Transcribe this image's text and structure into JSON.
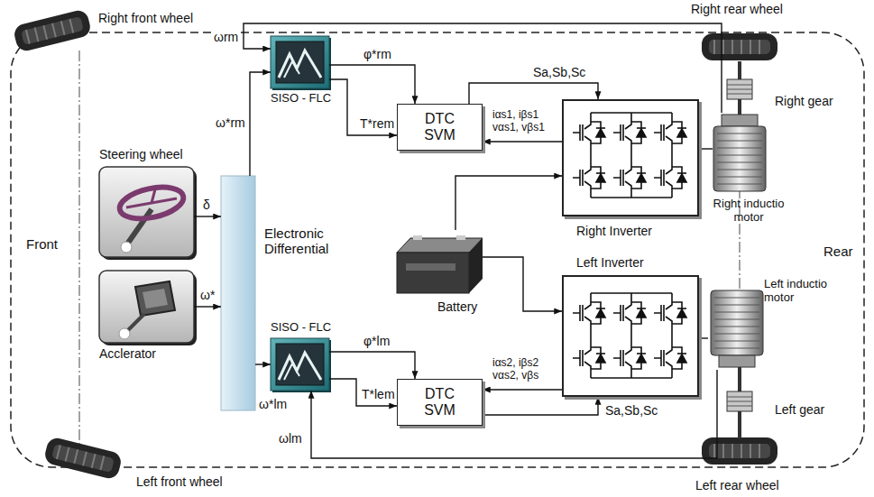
{
  "diagram": {
    "nodes": [
      {
        "text": [
          "Steering wheel"
        ]
      },
      {
        "text": [
          "Acclerator"
        ]
      },
      {
        "text": [
          "Electronic Differential"
        ]
      },
      {
        "text": [
          "SISO - FLC"
        ]
      },
      {
        "text": [
          "DTC SVM"
        ]
      },
      {
        "text": [
          "SISO - FLC"
        ]
      },
      {
        "text": [
          "DTC SVM"
        ]
      },
      {
        "text": [
          "Battery"
        ]
      },
      {
        "text": [
          "Right Inverter"
        ]
      },
      {
        "text": [
          "Left Inverter"
        ]
      },
      {
        "text": [
          "Right inductio motor"
        ]
      },
      {
        "text": [
          "Left inductio motor"
        ]
      }
    ],
    "edges": [
      {
        "from": 0,
        "to": 2,
        "label": "δ",
        "arrow": "to"
      },
      {
        "from": 1,
        "to": 2,
        "label": "ω*",
        "arrow": "to"
      },
      {
        "from": 2,
        "to": 3,
        "label": "ω*rm",
        "arrow": "to"
      },
      {
        "from": 2,
        "to": 5,
        "label": "ω*lm",
        "arrow": "to"
      },
      {
        "from": 3,
        "to": 4,
        "label": "φ*rm",
        "arrow": "to"
      },
      {
        "from": 3,
        "to": 4,
        "label": "T*rem",
        "arrow": "to"
      },
      {
        "from": 5,
        "to": 6,
        "label": "φ*lm",
        "arrow": "to"
      },
      {
        "from": 5,
        "to": 6,
        "label": "T*lem",
        "arrow": "to"
      },
      {
        "from": 8,
        "to": 4,
        "label": "iαs1, iβs1 vαs1, vβs1",
        "arrow": "to"
      },
      {
        "from": 4,
        "to": 8,
        "label": "Sa,Sb,Sc",
        "arrow": "to"
      },
      {
        "from": 9,
        "to": 6,
        "label": "iαs2, iβs2 vαs2, vβs",
        "arrow": "to"
      },
      {
        "from": 6,
        "to": 9,
        "label": "Sa,Sb,Sc",
        "arrow": "to"
      },
      {
        "from": 7,
        "to": 8,
        "arrow": "to"
      },
      {
        "from": 7,
        "to": 9,
        "arrow": "to"
      },
      {
        "from": 8,
        "to": 10,
        "arrow": "none"
      },
      {
        "from": 9,
        "to": 11,
        "arrow": "none"
      },
      {
        "from": 10,
        "to": 3,
        "label": "ωrm",
        "arrow": "to"
      },
      {
        "from": 11,
        "to": 5,
        "label": "ωlm",
        "arrow": "to"
      }
    ],
    "labels": [
      "Right front wheel",
      "Front",
      "Left front wheel",
      "Right rear wheel",
      "Right gear",
      "Rear",
      "Left gear",
      "Left rear wheel"
    ]
  }
}
